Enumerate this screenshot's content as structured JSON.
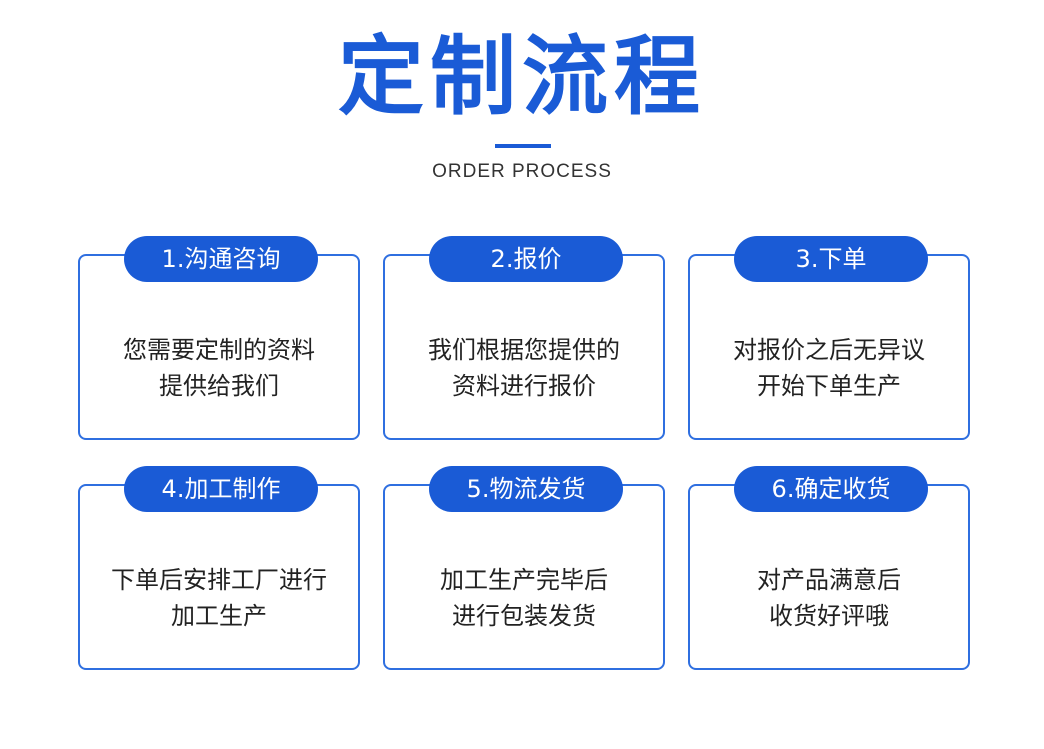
{
  "header": {
    "title": "定制流程",
    "subtitle": "ORDER PROCESS"
  },
  "colors": {
    "accent": "#1a5bd6",
    "card_border": "#2f6fe0",
    "badge_text": "#ffffff",
    "body_text": "#222222"
  },
  "steps": [
    {
      "label": "1.沟通咨询",
      "lines": [
        "您需要定制的资料",
        "提供给我们"
      ]
    },
    {
      "label": "2.报价",
      "lines": [
        "我们根据您提供的",
        "资料进行报价"
      ]
    },
    {
      "label": "3.下单",
      "lines": [
        "对报价之后无异议",
        "开始下单生产"
      ]
    },
    {
      "label": "4.加工制作",
      "lines": [
        "下单后安排工厂进行",
        "加工生产"
      ]
    },
    {
      "label": "5.物流发货",
      "lines": [
        "加工生产完毕后",
        "进行包装发货"
      ]
    },
    {
      "label": "6.确定收货",
      "lines": [
        "对产品满意后",
        "收货好评哦"
      ]
    }
  ]
}
